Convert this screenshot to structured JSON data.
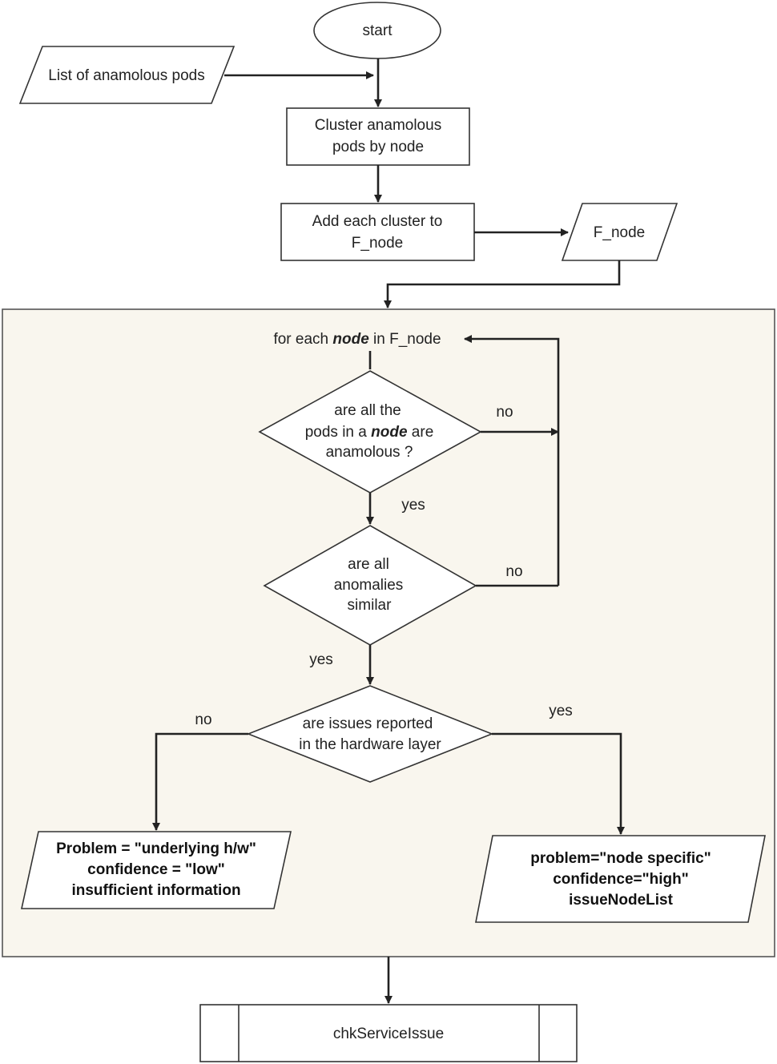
{
  "start_label": "start",
  "input_pods": "List of anamolous pods",
  "cluster_step": [
    "Cluster anamolous",
    "pods by node"
  ],
  "add_cluster_step": [
    "Add each cluster to",
    "F_node"
  ],
  "fnode_data": "F_node",
  "loop": {
    "prefix": "for each ",
    "var": "node",
    "suffix": " in F_node"
  },
  "decision_all_pods": {
    "line1": "are all the",
    "line2_prefix": "pods in a ",
    "line2_var": "node",
    "line2_suffix": " are",
    "line3": "anamolous ?"
  },
  "decision_similar": [
    "are all",
    "anomalies",
    "similar"
  ],
  "decision_hardware": [
    "are issues reported",
    "in the hardware layer"
  ],
  "edge_labels": {
    "no_1": "no",
    "yes_1": "yes",
    "no_2": "no",
    "yes_2": "yes",
    "no_3": "no",
    "yes_3": "yes"
  },
  "output_hw": [
    "Problem = \"underlying h/w\"",
    "confidence = \"low\"",
    "insufficient information"
  ],
  "output_node": [
    "problem=\"node specific\"",
    "confidence=\"high\"",
    "issueNodeList"
  ],
  "subprocess": "chkServiceIssue",
  "colors": {
    "loop_background": "#f9f6ee",
    "stroke": "#222222"
  }
}
